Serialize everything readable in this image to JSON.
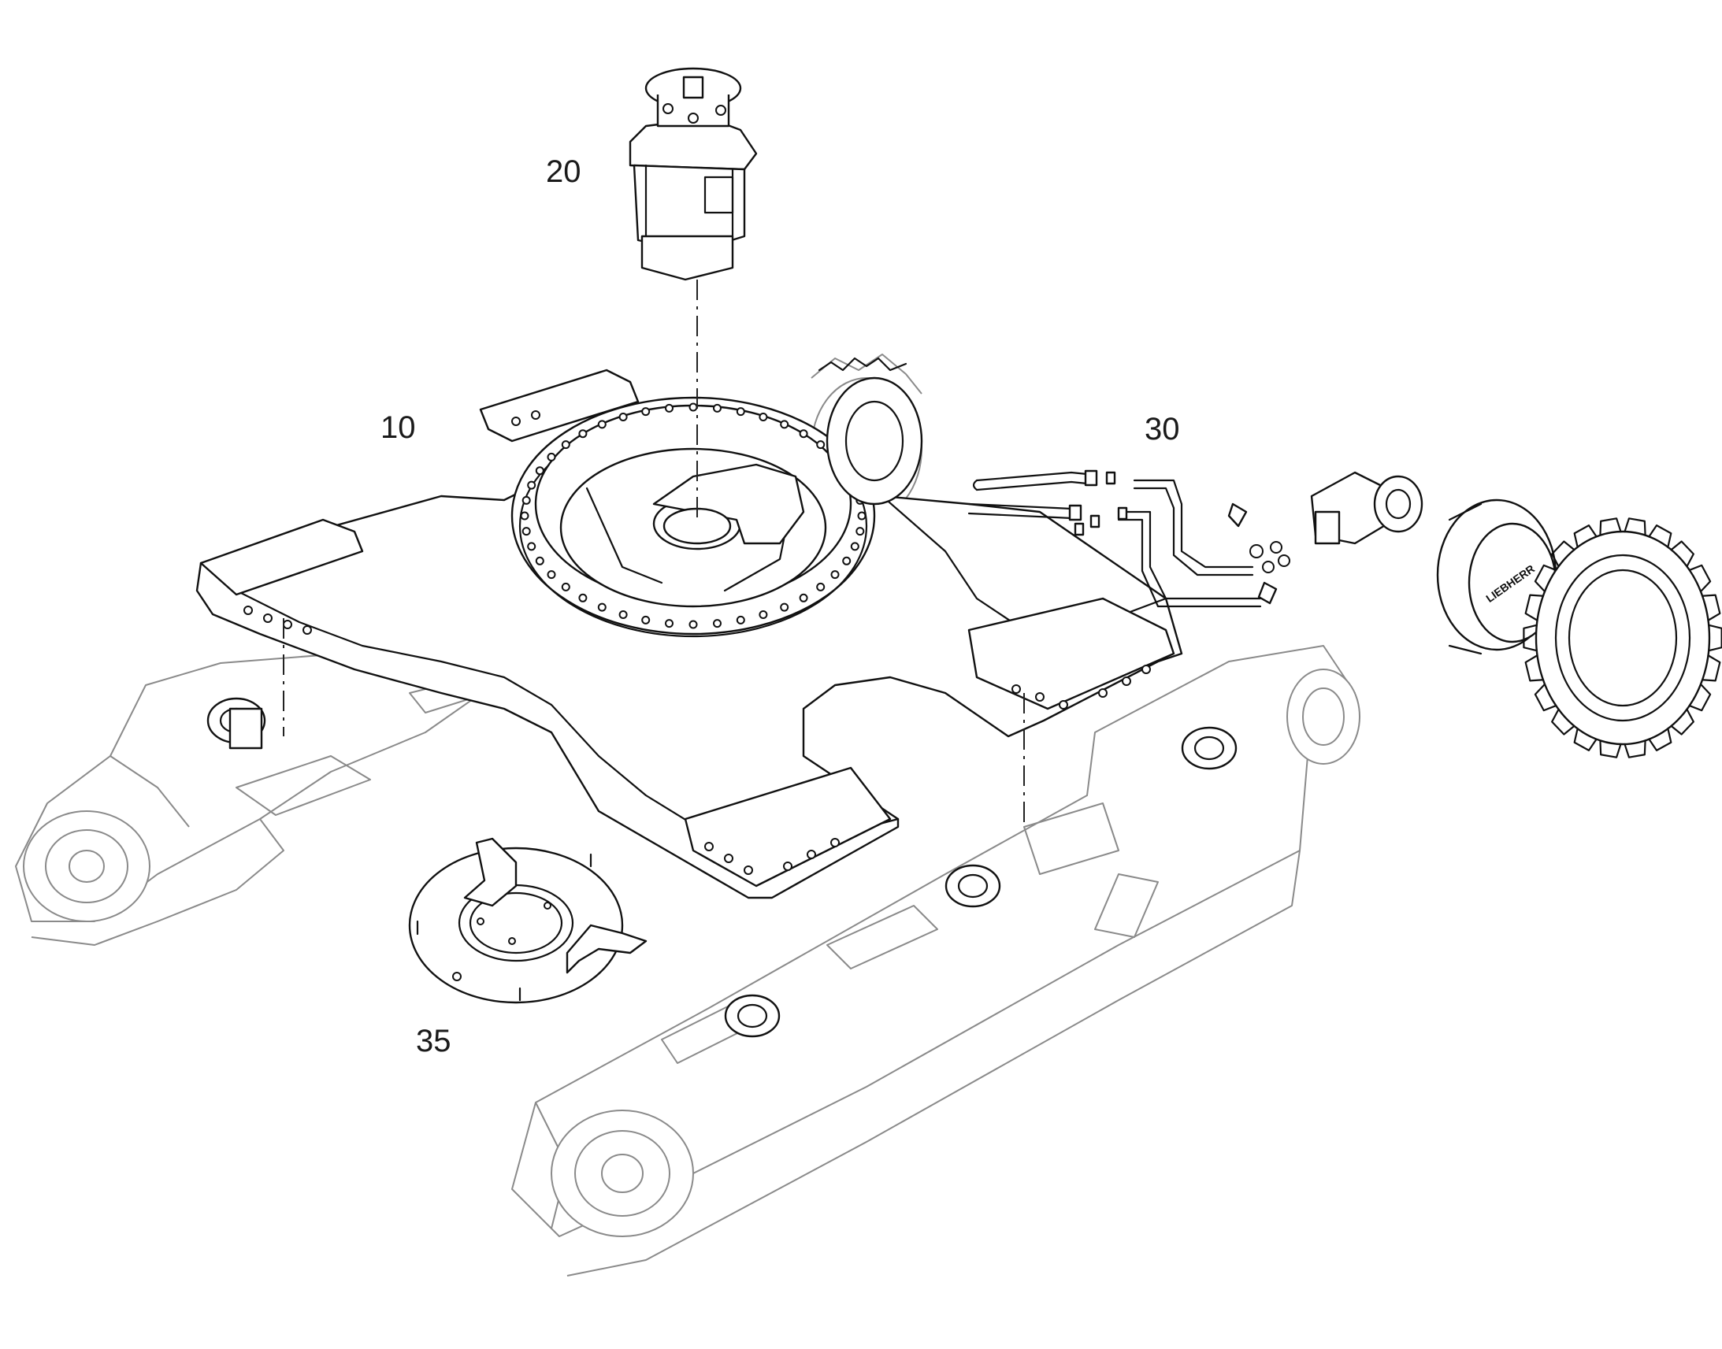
{
  "callouts": {
    "part_10": "10",
    "part_20": "20",
    "part_30": "30",
    "part_35": "35"
  },
  "sprocket_hub_lettering": "LIEBHERR"
}
